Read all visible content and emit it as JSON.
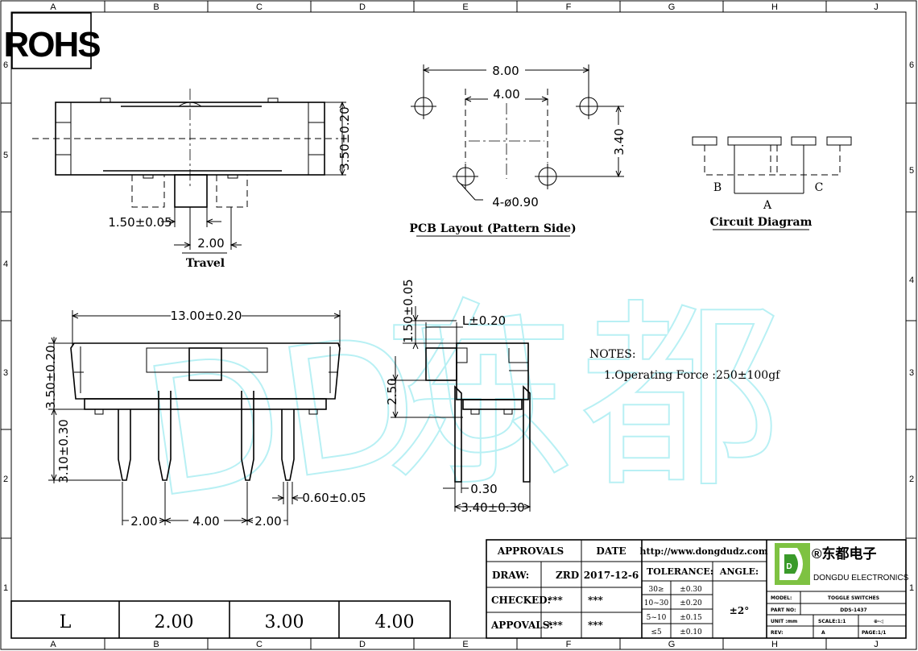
{
  "border": {
    "cols": [
      "A",
      "B",
      "C",
      "D",
      "E",
      "F",
      "G",
      "H",
      "J"
    ],
    "rows": [
      "6",
      "5",
      "4",
      "3",
      "2",
      "1"
    ]
  },
  "badge": "ROHS",
  "watermark": {
    "latin": "DDU",
    "cjk": "东都",
    "color": "#b8f0f4"
  },
  "top_view": {
    "dim_height": "3.50±0.20",
    "dim_knob": "1.50±0.05",
    "dim_travel": "2.00",
    "caption": "Travel"
  },
  "pcb": {
    "dim_outer": "8.00",
    "dim_inner": "4.00",
    "dim_vertical": "3.40",
    "hole": "4-ø0.90",
    "caption": "PCB Layout (Pattern Side)"
  },
  "circuit": {
    "label_b": "B",
    "label_a": "A",
    "label_c": "C",
    "caption": "Circuit Diagram"
  },
  "front_view": {
    "dim_width": "13.00±0.20",
    "dim_body_h": "3.50±0.20",
    "dim_pin_len": "3.10±0.30",
    "dim_pin_w": "0.60±0.05",
    "pitch_1": "2.00",
    "pitch_2": "4.00",
    "pitch_3": "2.00"
  },
  "side_view": {
    "dim_knob_h": "1.50±0.05",
    "dim_l": "L±0.20",
    "dim_h": "2.50",
    "dim_t": "0.30",
    "dim_w": "3.40±0.30"
  },
  "notes": {
    "title": "NOTES:",
    "item": "1.Operating Force :250±100gf"
  },
  "l_table": {
    "label": "L",
    "values": [
      "2.00",
      "3.00",
      "4.00"
    ]
  },
  "title_block": {
    "h_approvals": "APPROVALS",
    "h_date": "DATE",
    "url": "http://www.dongdudz.com",
    "draw": "DRAW:",
    "draw_by": "ZRD",
    "draw_date": "2017-12-6",
    "checked": "CHECKED:",
    "checked_by": "***",
    "checked_date": "***",
    "appovals": "APPOVALS:",
    "appovals_by": "***",
    "appovals_date": "***",
    "tolerance": "TOLERANCE:",
    "angle": "ANGLE:",
    "angle_val": "±2°",
    "tol_rows": [
      {
        "range": "30≥",
        "tol": "±0.30"
      },
      {
        "range": "10~30",
        "tol": "±0.20"
      },
      {
        "range": "5~10",
        "tol": "±0.15"
      },
      {
        "range": "≤5",
        "tol": "±0.10"
      }
    ],
    "company_cn": "®东都电子",
    "company_en": "DONGDU ELECTRONICS",
    "logo_letter": "D",
    "model_k": "MODEL:",
    "model_v": "TOGGLE SWITCHES",
    "part_k": "PART NO:",
    "part_v": "DDS-1437",
    "unit_k": "UNIT :mm",
    "scale_k": "SCALE:1:1",
    "proj": "⊕-◁",
    "rev_k": "REV:",
    "rev_v": "A",
    "page_k": "PAGE:1/1"
  }
}
